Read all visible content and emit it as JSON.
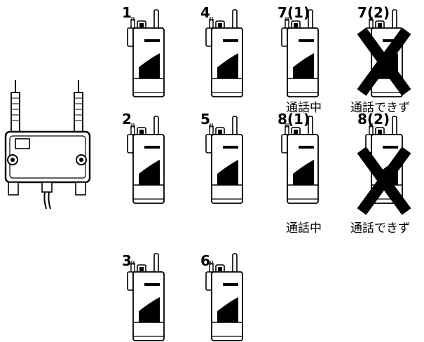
{
  "diagram": {
    "base_unit_name": "transmitter-base-unit",
    "units": [
      {
        "id": "1",
        "label": "1",
        "status": "",
        "blocked": false
      },
      {
        "id": "2",
        "label": "2",
        "status": "",
        "blocked": false
      },
      {
        "id": "3",
        "label": "3",
        "status": "",
        "blocked": false
      },
      {
        "id": "4",
        "label": "4",
        "status": "",
        "blocked": false
      },
      {
        "id": "5",
        "label": "5",
        "status": "",
        "blocked": false
      },
      {
        "id": "6",
        "label": "6",
        "status": "",
        "blocked": false
      },
      {
        "id": "7-1",
        "label": "7(1)",
        "status": "通話中",
        "blocked": false
      },
      {
        "id": "7-2",
        "label": "7(2)",
        "status": "通話できず",
        "blocked": true
      },
      {
        "id": "8-1",
        "label": "8(1)",
        "status": "通話中",
        "blocked": false
      },
      {
        "id": "8-2",
        "label": "8(2)",
        "status": "通話できず",
        "blocked": true
      }
    ]
  }
}
